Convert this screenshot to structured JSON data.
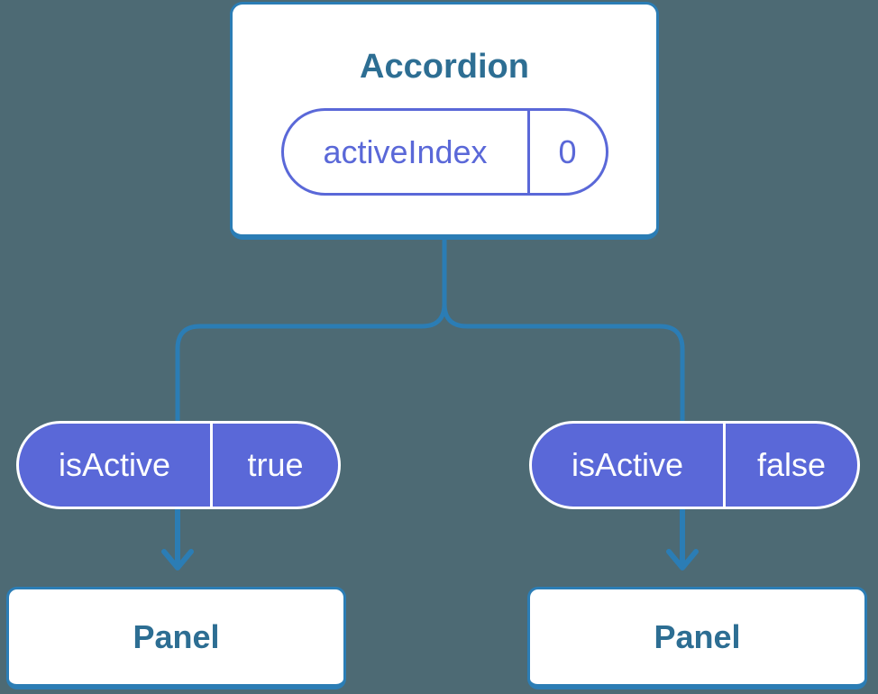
{
  "colors": {
    "background": "#4D6A74",
    "connector": "#2B7DB5",
    "box_fill": "#FFFFFF",
    "box_border": "#2B7DB5",
    "heading_text": "#2D6E93",
    "state_pill_accent": "#5A68D8",
    "prop_pill_fill": "#5A68D8",
    "prop_pill_border": "#FFFFFF",
    "prop_pill_text": "#FFFFFF"
  },
  "root_component": {
    "title": "Accordion",
    "state": {
      "name": "activeIndex",
      "value": "0"
    }
  },
  "branches": [
    {
      "prop": {
        "name": "isActive",
        "value": "true"
      },
      "child": {
        "title": "Panel"
      }
    },
    {
      "prop": {
        "name": "isActive",
        "value": "false"
      },
      "child": {
        "title": "Panel"
      }
    }
  ]
}
